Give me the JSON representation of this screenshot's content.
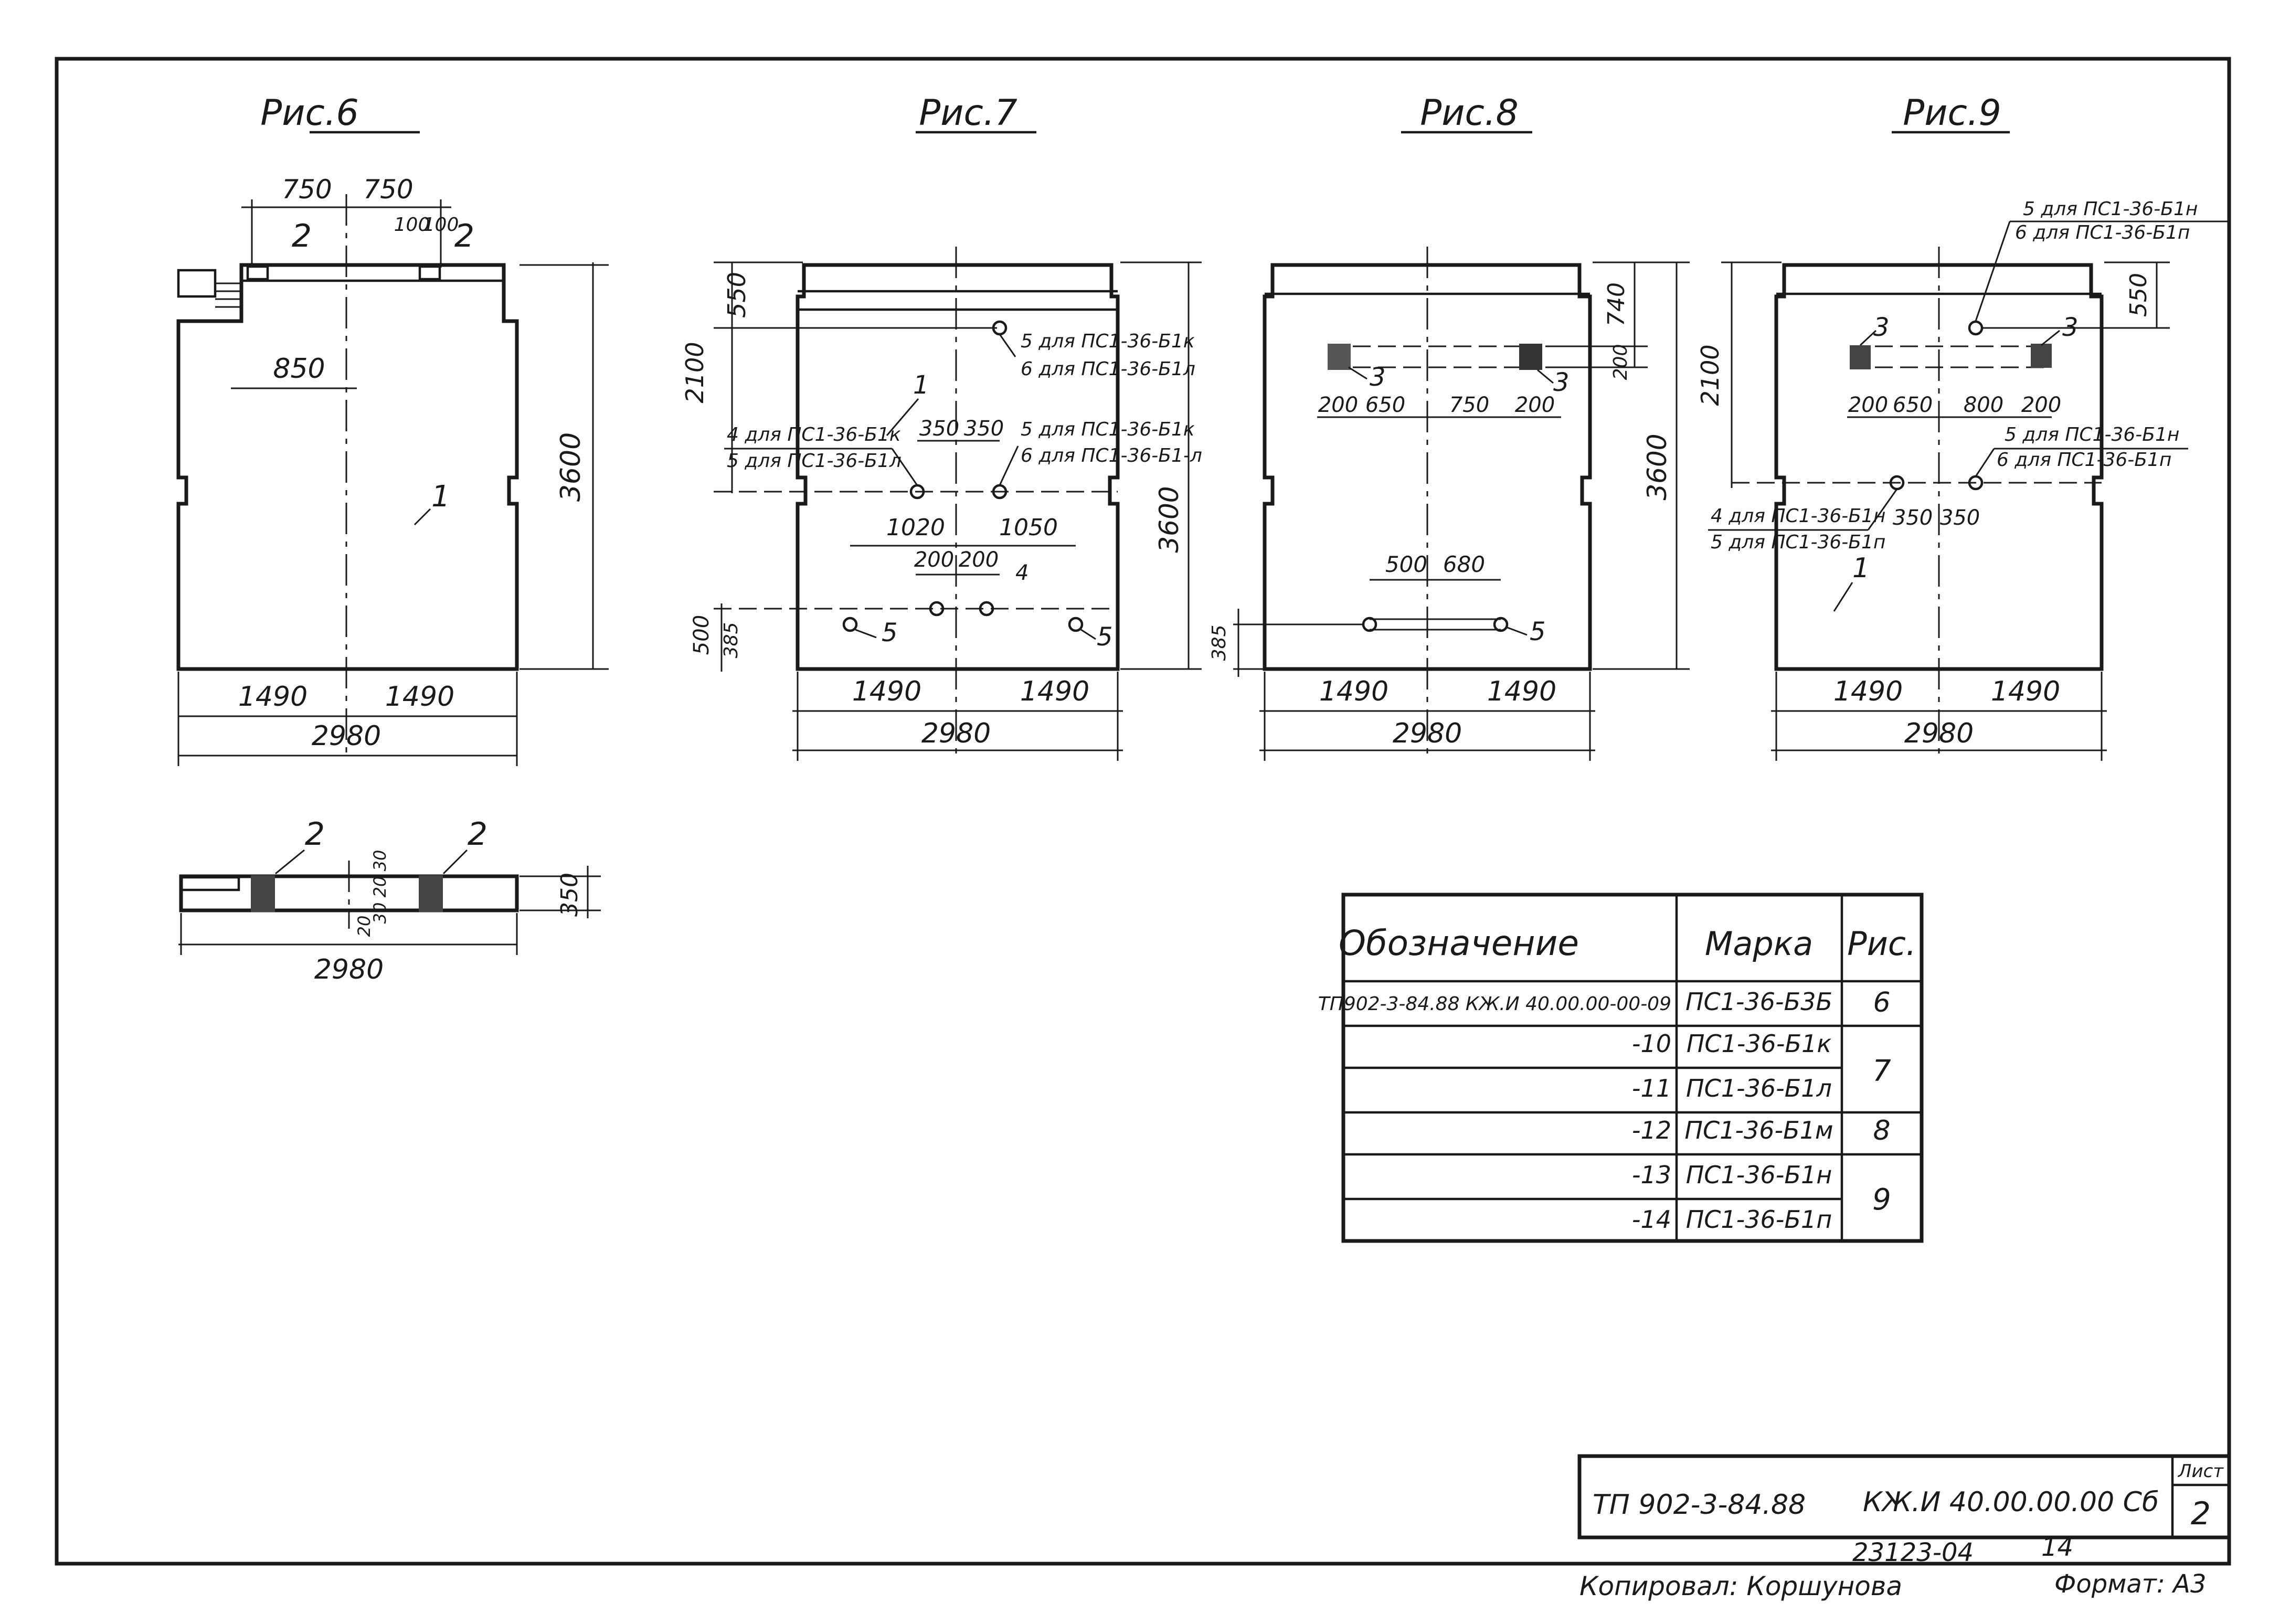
{
  "figures": {
    "fig6": {
      "title": "Рис.6",
      "dims": {
        "top_a": "750",
        "top_b": "750",
        "small_a": "100",
        "small_b": "100",
        "inner": "850",
        "height": "3600",
        "half_l": "1490",
        "half_r": "1490",
        "total": "2980"
      },
      "labels": {
        "emb_l": "2",
        "emb_r": "2",
        "panel": "1"
      }
    },
    "fig7": {
      "title": "Рис.7",
      "dims": {
        "top": "550",
        "mid": "2100",
        "height": "3600",
        "bot": "500",
        "bot_small": "385",
        "a": "350",
        "b": "350",
        "c": "1020",
        "d": "1050",
        "e": "200",
        "f": "200",
        "half_l": "1490",
        "half_r": "1490",
        "total": "2980"
      },
      "notes": {
        "n1": "5 для ПС1-36-Б1к",
        "n2": "6 для ПС1-36-Б1л",
        "n3": "4 для ПС1-36-Б1к",
        "n4": "5 для ПС1-36-Б1л",
        "n5": "5 для ПС1-36-Б1к",
        "n6": "6 для ПС1-36-Б1-л"
      },
      "labels": {
        "one": "1",
        "four": "4",
        "five_l": "5",
        "five_r": "5"
      }
    },
    "fig8": {
      "title": "Рис.8",
      "dims": {
        "top": "740",
        "small": "200",
        "height": "3600",
        "a": "200",
        "b": "650",
        "c": "750",
        "d": "200",
        "e": "500",
        "f": "680",
        "bot": "385",
        "half_l": "1490",
        "half_r": "1490",
        "total": "2980"
      },
      "labels": {
        "three_l": "3",
        "three_r": "3",
        "five": "5"
      }
    },
    "fig9": {
      "title": "Рис.9",
      "dims": {
        "top": "550",
        "mid": "2100",
        "a": "200",
        "b": "650",
        "c": "800",
        "d": "200",
        "e": "350",
        "f": "350",
        "half_l": "1490",
        "half_r": "1490",
        "total": "2980"
      },
      "notes": {
        "n1": "5 для ПС1-36-Б1н",
        "n2": "6 для ПС1-36-Б1п",
        "n3": "5 для ПС1-36-Б1н",
        "n4": "6 для ПС1-36-Б1п",
        "n5": "4 для ПС1-36-Б1н",
        "n6": "5 для ПС1-36-Б1п"
      },
      "labels": {
        "three_l": "3",
        "three_r": "3",
        "one": "1"
      }
    },
    "plan": {
      "dims": {
        "a": "30",
        "b": "20",
        "c": "20",
        "d": "30",
        "thick": "350",
        "total": "2980"
      },
      "labels": {
        "emb_l": "2",
        "emb_r": "2"
      }
    }
  },
  "table": {
    "headers": [
      "Обозначение",
      "Марка",
      "Рис."
    ],
    "rows": [
      {
        "designation": "ТП902-3-84.88 КЖ.И 40.00.00-00-09",
        "mark": "ПС1-36-Б3Б",
        "fig": "6"
      },
      {
        "designation": "-10",
        "mark": "ПС1-36-Б1к",
        "fig": "7"
      },
      {
        "designation": "-11",
        "mark": "ПС1-36-Б1л",
        "fig": ""
      },
      {
        "designation": "-12",
        "mark": "ПС1-36-Б1м",
        "fig": "8"
      },
      {
        "designation": "-13",
        "mark": "ПС1-36-Б1н",
        "fig": "9"
      },
      {
        "designation": "-14",
        "mark": "ПС1-36-Б1п",
        "fig": ""
      }
    ]
  },
  "title_block": {
    "project": "ТП 902-3-84.88",
    "code": "КЖ.И 40.00.00.00 Сб",
    "sheet_label": "Лист",
    "sheet_no": "2"
  },
  "footer": {
    "inventory": "23123-04",
    "inventory_page": "14",
    "copied": "Копировал: Коршунова",
    "format": "Формат: А3"
  }
}
